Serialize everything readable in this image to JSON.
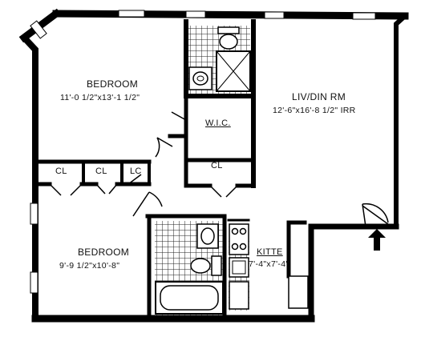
{
  "rooms": {
    "bedroom1": {
      "name": "BEDROOM",
      "dims": "11'-0 1/2\"x13'-1 1/2\""
    },
    "liv_din": {
      "name": "LIV/DIN RM",
      "dims": "12'-6\"x16'-8 1/2\" IRR"
    },
    "wic": {
      "name": "W.I.C."
    },
    "cl_hall": {
      "name": "CL"
    },
    "cl_1": {
      "name": "CL"
    },
    "cl_2": {
      "name": "CL"
    },
    "lc": {
      "name": "LC"
    },
    "bedroom2": {
      "name": "BEDROOM",
      "dims": "9'-9 1/2\"x10'-8\""
    },
    "kitchen": {
      "name": "KITTE",
      "dims": "7'-4\"x7'-4\""
    }
  },
  "icons": {
    "entrance": "entrance-arrow-icon",
    "tub": "bathtub-icon",
    "toilet": "toilet-icon",
    "sink": "sink-icon",
    "stove": "stove-icon"
  }
}
